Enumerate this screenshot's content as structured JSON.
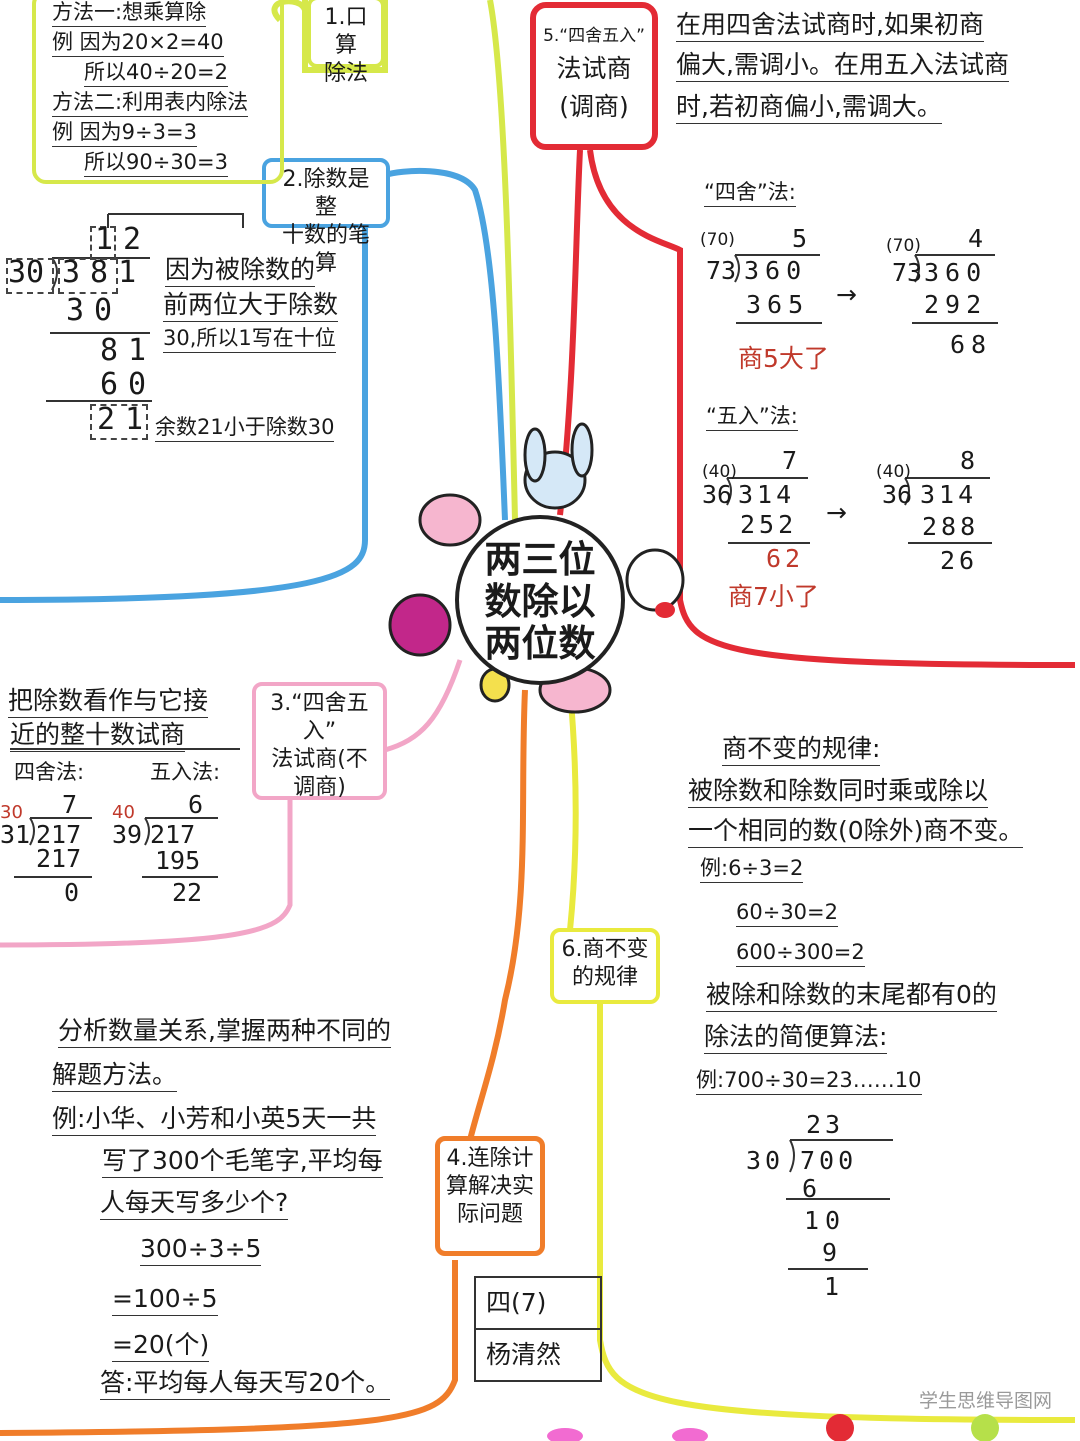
{
  "colors": {
    "red": "#e32b35",
    "blue": "#4aa3e0",
    "lime": "#d6e84a",
    "pink": "#f2a6c7",
    "orange": "#f07d2a",
    "yellow": "#e9ea3e",
    "ink": "#1a1a1a",
    "note_red": "#c0392b"
  },
  "center": {
    "line1": "两三位",
    "line2": "数除以",
    "line3": "两位数"
  },
  "nodes": {
    "n1": {
      "line1": "1.口算",
      "line2": "除法"
    },
    "n2": {
      "line1": "2.除数是整",
      "line2": "十数的笔算"
    },
    "n3": {
      "line1": "3.“四舍五入”",
      "line2": "法试商(不",
      "line3": "调商)"
    },
    "n4": {
      "line1": "4.连除计",
      "line2": "算解决实",
      "line3": "际问题"
    },
    "n5": {
      "line1": "5.“四舍五入”",
      "line2": "法试商",
      "line3": "(调商)"
    },
    "n6": {
      "line1": "6.商不变",
      "line2": "的规律"
    }
  },
  "sec1": {
    "l1": "方法一:想乘算除",
    "l2": "例 因为20×2=40",
    "l3": "所以40÷20=2",
    "l4": "方法二:利用表内除法",
    "l5": "例 因为9÷3=3",
    "l6": "所以90÷30=3"
  },
  "sec2": {
    "quotient": "12",
    "divisor": "30",
    "dividend": "381",
    "p1": "30",
    "p2": "81",
    "p3": "60",
    "rem": "21",
    "note1": "因为被除数的",
    "note2": "前两位大于除数",
    "note3": "30,所以1写在十位",
    "note4": "余数21小于除数30"
  },
  "sec3": {
    "desc1": "把除数看作与它接",
    "desc2": "近的整十数试商",
    "a_title": "四舍法:",
    "a_est": "30",
    "a_q": "7",
    "a_div": "31",
    "a_dvd": "217",
    "a_p": "217",
    "a_r": "0",
    "b_title": "五入法:",
    "b_est": "40",
    "b_q": "6",
    "b_div": "39",
    "b_dvd": "217",
    "b_p": "195",
    "b_r": "22"
  },
  "sec4": {
    "d1": "分析数量关系,掌握两种不同的",
    "d2": "解题方法。",
    "e1": "例:小华、小芳和小英5天一共",
    "e2": "写了300个毛笔字,平均每",
    "e3": "人每天写多少个?",
    "c1": "300÷3÷5",
    "c2": "=100÷5",
    "c3": "=20(个)",
    "ans": "答:平均每人每天写20个。"
  },
  "sec5": {
    "d1": "在用四舍法试商时,如果初商",
    "d2": "偏大,需调小。在用五入法试商",
    "d3": "时,若初商偏小,需调大。",
    "four_title": "“四舍”法:",
    "f1": {
      "est": "(70)",
      "q": "5",
      "div": "73",
      "dvd": "360",
      "p": "365"
    },
    "f1_note": "商5大了",
    "f2": {
      "est": "(70)",
      "q": "4",
      "div": "73",
      "dvd": "360",
      "p": "292",
      "r": "68"
    },
    "five_title": "“五入”法:",
    "g1": {
      "est": "(40)",
      "q": "7",
      "div": "36",
      "dvd": "314",
      "p": "252",
      "r": "62"
    },
    "g1_note": "商7小了",
    "g2": {
      "est": "(40)",
      "q": "8",
      "div": "36",
      "dvd": "314",
      "p": "288",
      "r": "26"
    },
    "arrow1": "→",
    "arrow2": "→"
  },
  "sec6": {
    "title": "商不变的规律:",
    "r1": "被除数和除数同时乘或除以",
    "r2": "一个相同的数(0除外)商不变。",
    "e1": "例:6÷3=2",
    "e2": "60÷30=2",
    "e3": "600÷300=2",
    "s1": "被除和除数的末尾都有0的",
    "s2": "除法的简便算法:",
    "ex": "例:700÷30=23……10",
    "ld": {
      "q": "23",
      "div": "30",
      "dvd": "700",
      "p1": "6",
      "p2": "10",
      "p3": "9",
      "r": "1"
    }
  },
  "signature": {
    "cls": "四(7)",
    "name": "杨清然"
  },
  "watermark": "学生思维导图网"
}
